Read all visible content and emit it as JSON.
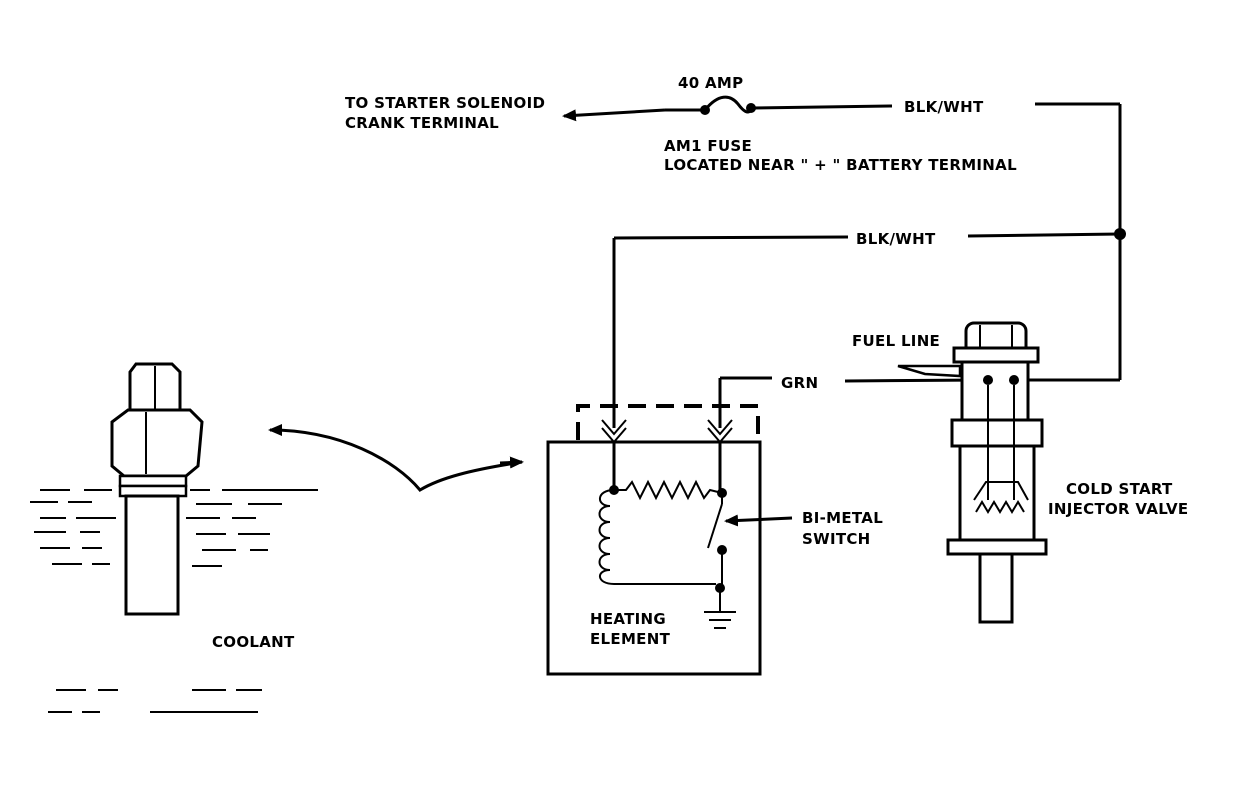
{
  "labels": {
    "amp": "40 AMP",
    "starter_line1": "TO STARTER SOLENOID",
    "starter_line2": "CRANK TERMINAL",
    "fuse_line1": "AM1 FUSE",
    "fuse_line2": "LOCATED NEAR \" + \" BATTERY TERMINAL",
    "wire_top": "BLK/WHT",
    "wire_mid": "BLK/WHT",
    "fuel_line": "FUEL LINE",
    "grn": "GRN",
    "bimetal_line1": "BI-METAL",
    "bimetal_line2": "SWITCH",
    "injector_line1": "COLD START",
    "injector_line2": "INJECTOR VALVE",
    "heating_line1": "HEATING",
    "heating_line2": "ELEMENT",
    "coolant": "COOLANT"
  }
}
